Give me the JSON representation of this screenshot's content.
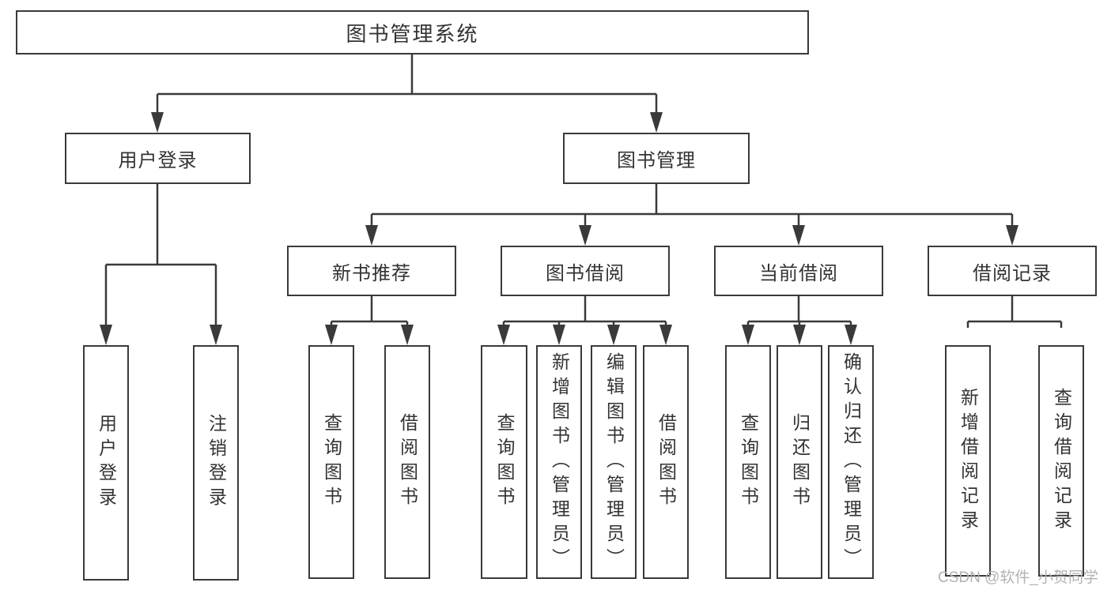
{
  "diagram": {
    "root": {
      "label": "图书管理系统"
    },
    "branches": [
      {
        "label": "用户登录",
        "children": [
          {
            "label": "用户登录"
          },
          {
            "label": "注销登录"
          }
        ]
      },
      {
        "label": "图书管理",
        "children": [
          {
            "label": "新书推荐",
            "children": [
              {
                "label": "查询图书"
              },
              {
                "label": "借阅图书"
              }
            ]
          },
          {
            "label": "图书借阅",
            "children": [
              {
                "label": "查询图书"
              },
              {
                "label": "新增图书（管理员）"
              },
              {
                "label": "编辑图书（管理员）"
              },
              {
                "label": "借阅图书"
              }
            ]
          },
          {
            "label": "当前借阅",
            "children": [
              {
                "label": "查询图书"
              },
              {
                "label": "归还图书"
              },
              {
                "label": "确认归还（管理员）"
              }
            ]
          },
          {
            "label": "借阅记录",
            "children": [
              {
                "label": "新增借阅记录"
              },
              {
                "label": "查询借阅记录"
              }
            ]
          }
        ]
      }
    ]
  },
  "watermark": "CSDN @软件_小贺同学",
  "colors": {
    "line": "#3a3a3a",
    "box_border": "#3a3a3a",
    "box_background": "#ffffff",
    "text": "#333333",
    "watermark": "#b2b2b2",
    "background": "#ffffff"
  }
}
